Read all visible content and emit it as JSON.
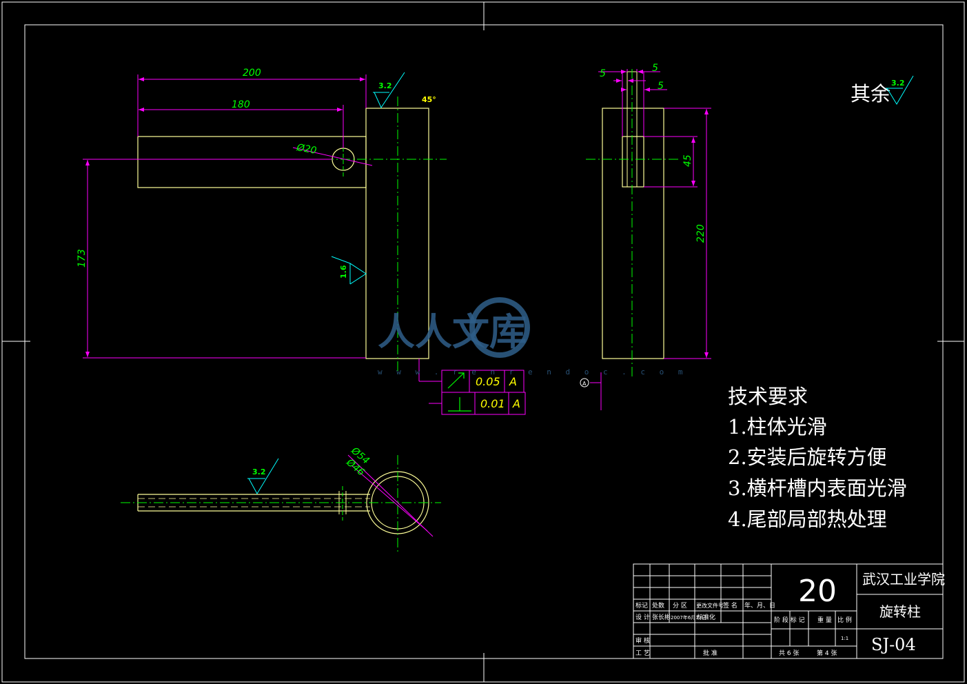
{
  "drawing": {
    "dimensions": {
      "d200": "200",
      "d180": "180",
      "dia20": "Ø20",
      "d173": "173",
      "d5a": "5",
      "d5b": "5",
      "d5c": "5",
      "d45": "45",
      "d220": "220",
      "dia54": "Ø54",
      "dia46": "Ø46"
    },
    "roughness": {
      "top": "3.2",
      "side": "1.6",
      "plan": "3.2",
      "chamfer": "45°",
      "rest_label": "其余",
      "rest_value": "3.2"
    },
    "tolerance": {
      "row1_value": "0.05",
      "row1_datum": "A",
      "row2_value": "0.01",
      "row2_datum": "A",
      "datum_label": "A"
    }
  },
  "notes": {
    "title": "技术要求",
    "items": [
      "1.柱体光滑",
      "2.安装后旋转方便",
      "3.横杆槽内表面光滑",
      "4.尾部局部热处理"
    ]
  },
  "title_block": {
    "quantity": "20",
    "school": "武汉工业学院",
    "part_name": "旋转柱",
    "drawing_no": "SJ-04",
    "scale": "1:1",
    "sheet_info": [
      "共 6 张",
      "第 4 张"
    ],
    "headers": [
      "标记",
      "处数",
      "分 区",
      "更改文件号",
      "签 名",
      "年、月、日"
    ],
    "row_design": [
      "设 计",
      "张长彬",
      "2007年6月17日",
      "标准化"
    ],
    "stage_headers": [
      "阶 段 标 记",
      "重 量",
      "比 例"
    ],
    "review": "审 核",
    "process": "工 艺",
    "approve": "批 准"
  },
  "watermark": {
    "text": "人人文库",
    "url": "w w w . r e n r e n d o c . c o m"
  }
}
